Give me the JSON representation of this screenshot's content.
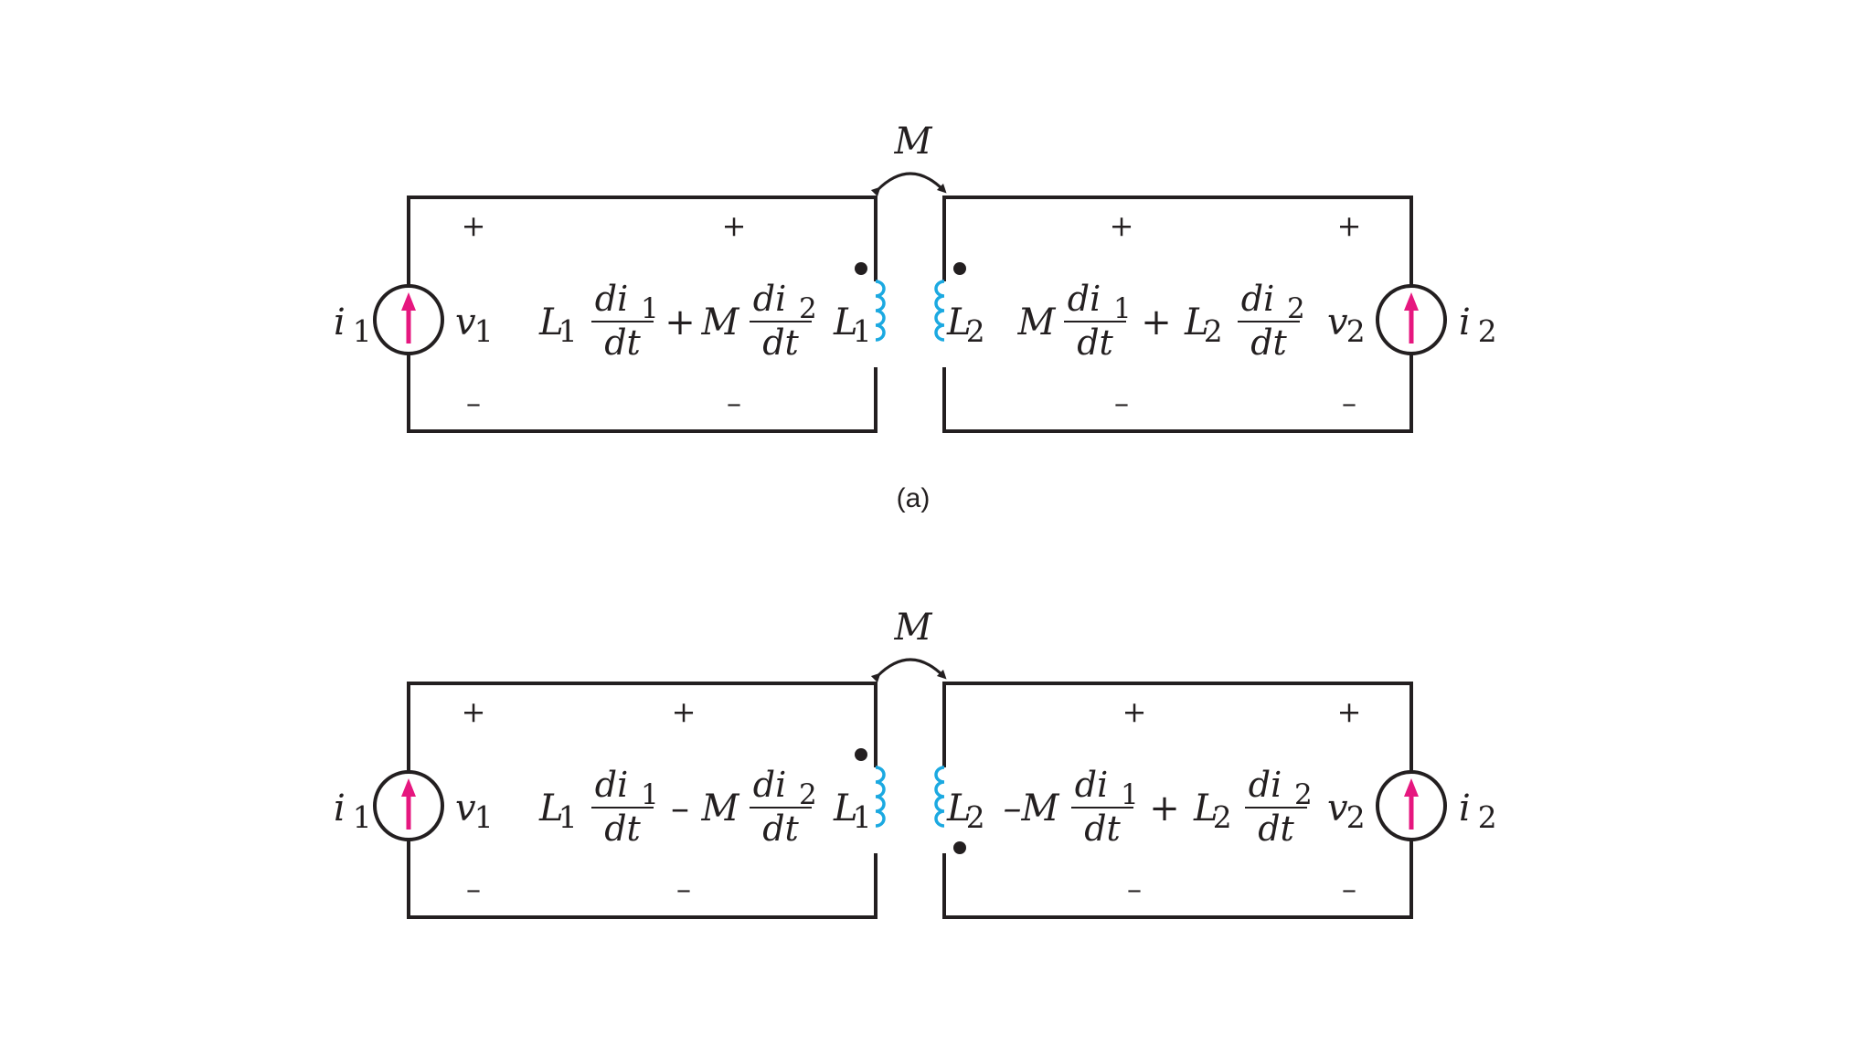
{
  "colors": {
    "wire": "#231f20",
    "coil": "#1ba9e1",
    "source_arrow": "#e6177f",
    "background": "#ffffff"
  },
  "diagrams": [
    {
      "id": "a",
      "label": "(a)",
      "mutual_label": "M",
      "left_dot": "top",
      "right_dot": "top",
      "left": {
        "current": "i",
        "current_sub": "1",
        "voltage": "v",
        "voltage_sub": "1",
        "self_L": "L",
        "self_sub": "1",
        "d_num": "di",
        "num_sub": "1",
        "d_den": "dt",
        "op": "+",
        "mutual": "M",
        "m_num": "di",
        "m_num_sub": "2",
        "m_den": "dt",
        "coil": "L",
        "coil_sub": "1",
        "plus": "+",
        "minus": "–"
      },
      "right": {
        "coil": "L",
        "coil_sub": "2",
        "mutual": "M",
        "m_num": "di",
        "m_num_sub": "1",
        "m_den": "dt",
        "op": "+",
        "self_L": "L",
        "self_sub": "2",
        "d_num": "di",
        "num_sub": "2",
        "d_den": "dt",
        "voltage": "v",
        "voltage_sub": "2",
        "current": "i",
        "current_sub": "2",
        "plus": "+",
        "minus": "–"
      }
    },
    {
      "id": "b",
      "label": "",
      "mutual_label": "M",
      "left_dot": "top",
      "right_dot": "bottom",
      "left": {
        "current": "i",
        "current_sub": "1",
        "voltage": "v",
        "voltage_sub": "1",
        "self_L": "L",
        "self_sub": "1",
        "d_num": "di",
        "num_sub": "1",
        "d_den": "dt",
        "op": "–",
        "mutual": "M",
        "m_num": "di",
        "m_num_sub": "2",
        "m_den": "dt",
        "coil": "L",
        "coil_sub": "1",
        "plus": "+",
        "minus": "–"
      },
      "right": {
        "coil": "L",
        "coil_sub": "2",
        "mutual": "–M",
        "m_num": "di",
        "m_num_sub": "1",
        "m_den": "dt",
        "op": "+",
        "self_L": "L",
        "self_sub": "2",
        "d_num": "di",
        "num_sub": "2",
        "d_den": "dt",
        "voltage": "v",
        "voltage_sub": "2",
        "current": "i",
        "current_sub": "2",
        "plus": "+",
        "minus": "–"
      }
    }
  ]
}
